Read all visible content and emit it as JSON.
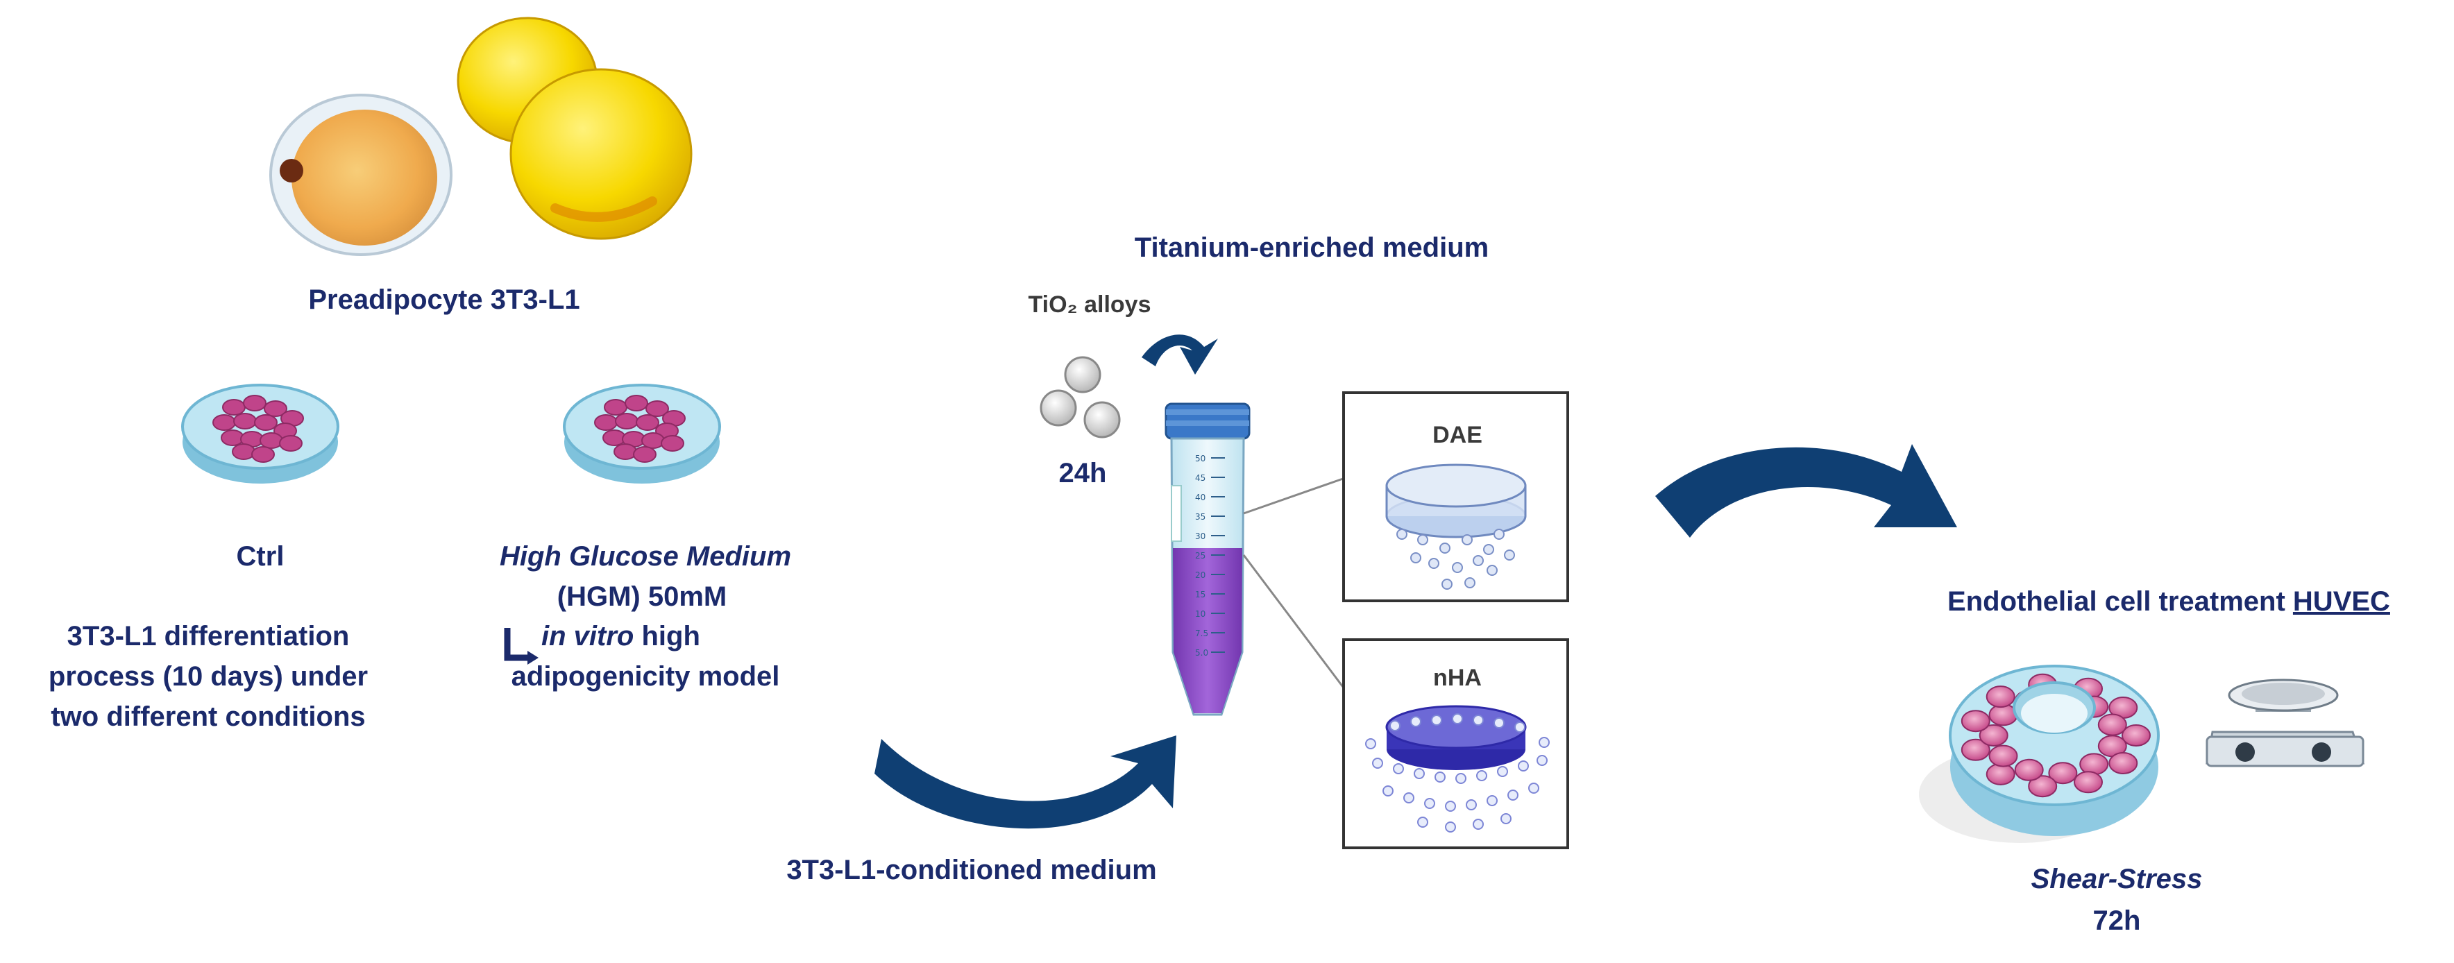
{
  "colors": {
    "navy": "#1b2a6b",
    "arrow": "#0f3f73",
    "purple_medium": "#7a34b8",
    "cell_pink": "#c0448a",
    "fat_yellow": "#f7d800",
    "dish_blue": "#a9d9ec",
    "nha_blue": "#3a35b8"
  },
  "top": {
    "preadipocyte_label": "Preadipocyte 3T3-L1"
  },
  "left_panel": {
    "ctrl_label": "Ctrl",
    "hgm_title": "High Glucose Medium",
    "hgm_detail": "(HGM) 50mM",
    "model_italic": "in vitro",
    "model_rest": " high",
    "model_line2": "adipogenicity model",
    "diff_line1": "3T3-L1 differentiation",
    "diff_line2": "process (10 days) under",
    "diff_line3": "two different conditions"
  },
  "middle": {
    "title": "Titanium-enriched medium",
    "tio2_label": "TiO₂ alloys",
    "time_24h": "24h",
    "conditioned_label": "3T3-L1-conditioned medium",
    "tube_ticks": [
      "50",
      "45",
      "40",
      "35",
      "30",
      "25",
      "20",
      "15",
      "10",
      "7.5",
      "5.0"
    ]
  },
  "boxes": {
    "dae_label": "DAE",
    "nha_label": "nHA"
  },
  "right": {
    "treatment_prefix": "Endothelial cell treatment ",
    "treatment_target": "HUVEC",
    "shear_label": "Shear-Stress",
    "time_72h": "72h"
  }
}
